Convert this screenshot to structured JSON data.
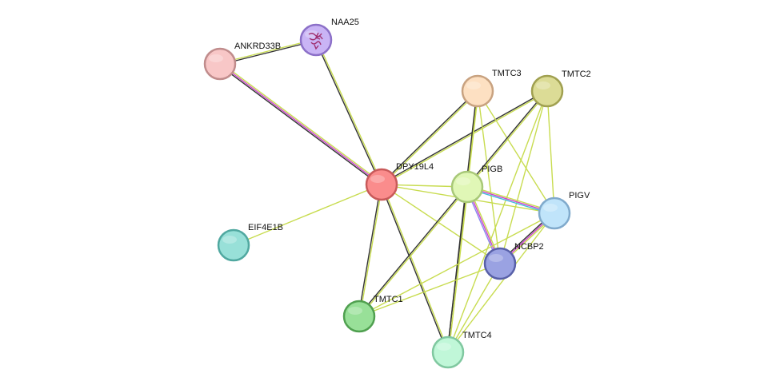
{
  "nodes": [
    {
      "id": "DPY19L4",
      "label": "DPY19L4",
      "fill": "#fa8c8c",
      "stroke": "#c85a5a"
    },
    {
      "id": "NAA25",
      "label": "NAA25",
      "fill": "#c9b4f5",
      "stroke": "#8c70c8",
      "structure": true
    },
    {
      "id": "ANKRD33B",
      "label": "ANKRD33B",
      "fill": "#f8c7c7",
      "stroke": "#c08c8c"
    },
    {
      "id": "TMTC3",
      "label": "TMTC3",
      "fill": "#fde0c2",
      "stroke": "#c8a280"
    },
    {
      "id": "TMTC2",
      "label": "TMTC2",
      "fill": "#dcdc96",
      "stroke": "#a0a050"
    },
    {
      "id": "PIGB",
      "label": "PIGB",
      "fill": "#e0f7b6",
      "stroke": "#a8c878"
    },
    {
      "id": "PIGV",
      "label": "PIGV",
      "fill": "#c0e4fa",
      "stroke": "#80aacc"
    },
    {
      "id": "NCBP2",
      "label": "NCBP2",
      "fill": "#9aa2e2",
      "stroke": "#5860a8"
    },
    {
      "id": "EIF4E1B",
      "label": "EIF4E1B",
      "fill": "#98e0d8",
      "stroke": "#50a8a0"
    },
    {
      "id": "TMTC1",
      "label": "TMTC1",
      "fill": "#98e098",
      "stroke": "#50a050"
    },
    {
      "id": "TMTC4",
      "label": "TMTC4",
      "fill": "#c0f7d8",
      "stroke": "#80c8a0"
    }
  ],
  "edges": [
    {
      "source": "ANKRD33B",
      "target": "NAA25",
      "colors": [
        "#c8dc50",
        "#333333"
      ]
    },
    {
      "source": "ANKRD33B",
      "target": "DPY19L4",
      "colors": [
        "#c8dc50",
        "#cc44cc",
        "#333333"
      ]
    },
    {
      "source": "NAA25",
      "target": "DPY19L4",
      "colors": [
        "#c8dc50",
        "#333333"
      ]
    },
    {
      "source": "TMTC3",
      "target": "DPY19L4",
      "colors": [
        "#c8dc50",
        "#333333"
      ]
    },
    {
      "source": "TMTC2",
      "target": "DPY19L4",
      "colors": [
        "#c8dc50",
        "#333333"
      ]
    },
    {
      "source": "DPY19L4",
      "target": "PIGB",
      "colors": [
        "#c8dc50"
      ]
    },
    {
      "source": "DPY19L4",
      "target": "PIGV",
      "colors": [
        "#c8dc50"
      ]
    },
    {
      "source": "DPY19L4",
      "target": "NCBP2",
      "colors": [
        "#c8dc50"
      ]
    },
    {
      "source": "DPY19L4",
      "target": "EIF4E1B",
      "colors": [
        "#c8dc50"
      ]
    },
    {
      "source": "DPY19L4",
      "target": "TMTC1",
      "colors": [
        "#c8dc50",
        "#333333"
      ]
    },
    {
      "source": "DPY19L4",
      "target": "TMTC4",
      "colors": [
        "#c8dc50",
        "#333333"
      ]
    },
    {
      "source": "TMTC3",
      "target": "PIGB",
      "colors": [
        "#c8dc50"
      ]
    },
    {
      "source": "TMTC3",
      "target": "TMTC4",
      "colors": [
        "#c8dc50",
        "#333333"
      ]
    },
    {
      "source": "TMTC3",
      "target": "PIGV",
      "colors": [
        "#c8dc50"
      ]
    },
    {
      "source": "TMTC3",
      "target": "NCBP2",
      "colors": [
        "#c8dc50"
      ]
    },
    {
      "source": "TMTC2",
      "target": "PIGB",
      "colors": [
        "#c8dc50",
        "#333333"
      ]
    },
    {
      "source": "TMTC2",
      "target": "PIGV",
      "colors": [
        "#c8dc50"
      ]
    },
    {
      "source": "TMTC2",
      "target": "NCBP2",
      "colors": [
        "#c8dc50"
      ]
    },
    {
      "source": "TMTC2",
      "target": "TMTC4",
      "colors": [
        "#c8dc50"
      ]
    },
    {
      "source": "PIGB",
      "target": "PIGV",
      "colors": [
        "#c8dc50",
        "#cc44cc",
        "#44bbdd"
      ]
    },
    {
      "source": "PIGB",
      "target": "NCBP2",
      "colors": [
        "#c8dc50",
        "#cc44cc",
        "#8888ee"
      ]
    },
    {
      "source": "PIGB",
      "target": "TMTC1",
      "colors": [
        "#c8dc50",
        "#333333"
      ]
    },
    {
      "source": "PIGB",
      "target": "TMTC4",
      "colors": [
        "#c8dc50",
        "#333333"
      ]
    },
    {
      "source": "PIGV",
      "target": "NCBP2",
      "colors": [
        "#c8dc50",
        "#cc44cc",
        "#333333"
      ]
    },
    {
      "source": "PIGV",
      "target": "TMTC1",
      "colors": [
        "#c8dc50"
      ]
    },
    {
      "source": "PIGV",
      "target": "TMTC4",
      "colors": [
        "#c8dc50"
      ]
    },
    {
      "source": "NCBP2",
      "target": "TMTC1",
      "colors": [
        "#c8dc50"
      ]
    },
    {
      "source": "NCBP2",
      "target": "TMTC4",
      "colors": [
        "#c8dc50"
      ]
    }
  ]
}
